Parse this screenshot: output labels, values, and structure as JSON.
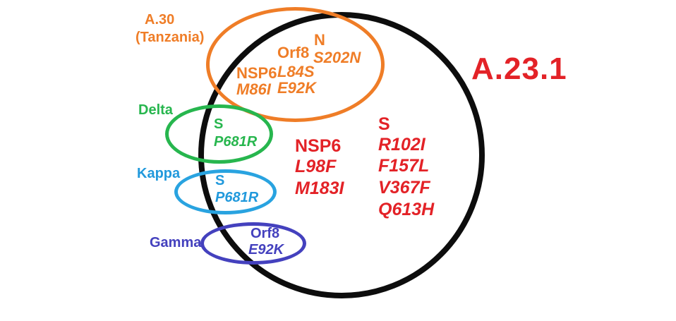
{
  "diagram_type": "venn",
  "background_color": "#ffffff",
  "colors": {
    "a231_red": "#e32227",
    "a30_orange": "#ef7d27",
    "delta_green": "#27b64e",
    "kappa_blue": "#29a3e0",
    "gamma_purple": "#4441be",
    "main_circle_black": "#0d0d0d"
  },
  "a231": {
    "label": "A.23.1",
    "nsp6": {
      "gene": "NSP6",
      "mutations": [
        "L98F",
        "M183I"
      ]
    },
    "s": {
      "gene": "S",
      "mutations": [
        "R102I",
        "F157L",
        "V367F",
        "Q613H"
      ]
    }
  },
  "a30": {
    "label": "A.30",
    "sublabel": "(Tanzania)",
    "nsp6": {
      "gene": "NSP6",
      "mutations": [
        "M86I"
      ]
    },
    "orf8": {
      "gene": "Orf8",
      "mutations": [
        "L84S",
        "E92K"
      ]
    },
    "n": {
      "gene": "N",
      "mutations": [
        "S202N"
      ]
    }
  },
  "delta": {
    "label": "Delta",
    "s": {
      "gene": "S",
      "mutations": [
        "P681R"
      ]
    }
  },
  "kappa": {
    "label": "Kappa",
    "s": {
      "gene": "S",
      "mutations": [
        "P681R"
      ]
    }
  },
  "gamma": {
    "label": "Gamma",
    "orf8": {
      "gene": "Orf8",
      "mutations": [
        "E92K"
      ]
    }
  }
}
